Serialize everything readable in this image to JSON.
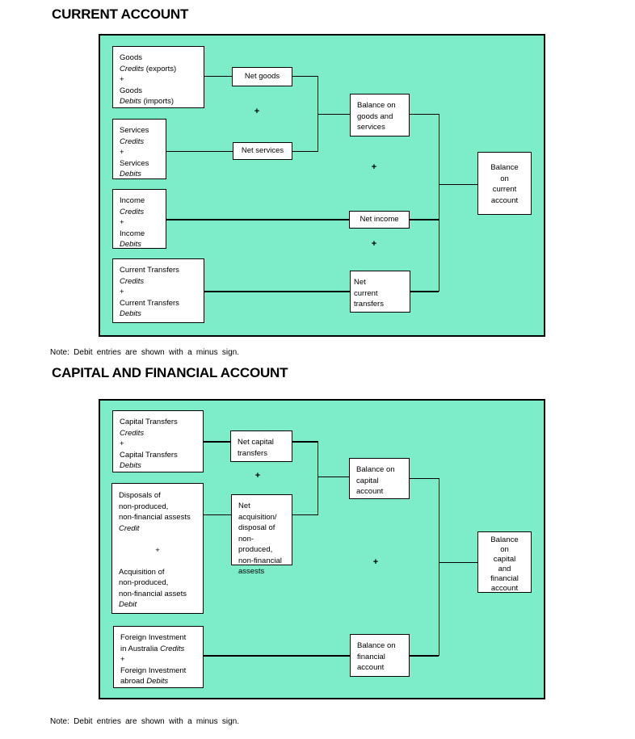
{
  "colors": {
    "panel_bg": "#7CEDC8",
    "box_bg": "#ffffff",
    "line": "#000000"
  },
  "current_account": {
    "title": "CURRENT ACCOUNT",
    "note": "Note: Debit entries are shown with a minus sign.",
    "plus": "+",
    "goods_box": {
      "l1": "Goods",
      "l2_italic": "Credits",
      "l2_rest": " (exports)",
      "l3": "+",
      "l4": "Goods",
      "l5_italic": "Debits",
      "l5_rest": " (imports)"
    },
    "services_box": {
      "l1": "Services",
      "l2_italic": "Credits",
      "l3": "+",
      "l4": "Services",
      "l5_italic": "Debits"
    },
    "income_box": {
      "l1": "Income",
      "l2_italic": "Credits",
      "l3": "+",
      "l4": "Income",
      "l5_italic": "Debits"
    },
    "current_transfers_box": {
      "l1": "Current Transfers",
      "l2_italic": "Credits",
      "l3": "+",
      "l4": "Current Transfers",
      "l5_italic": "Debits"
    },
    "net_goods": "Net goods",
    "net_services": "Net services",
    "net_income": "Net income",
    "net_current_transfers": "Net\ncurrent\ntransfers",
    "balance_goods_services": "Balance on\ngoods and\nservices",
    "balance_current_account": "Balance\non\ncurrent\naccount"
  },
  "capital_financial_account": {
    "title": "CAPITAL AND FINANCIAL ACCOUNT",
    "note": "Note: Debit entries are shown with a minus sign.",
    "plus": "+",
    "capital_transfers_box": {
      "l1": "Capital Transfers",
      "l2_italic": "Credits",
      "l3": "+",
      "l4": "Capital Transfers",
      "l5_italic": "Debits"
    },
    "disposals_box": {
      "l1": "Disposals of",
      "l2": "non-produced,",
      "l3": "non-financial assests",
      "l4_italic": "Credit",
      "l5_plus": "+",
      "l6": "Acquisition of",
      "l7": "non-produced,",
      "l8": "non-financial assets",
      "l9_italic": "Debit"
    },
    "foreign_investment_box": {
      "l1": "Foreign Investment",
      "l2": "in Australia ",
      "l2_italic": "Credits",
      "l3": "+",
      "l4": "Foreign Investment",
      "l5": "abroad ",
      "l5_italic": "Debits"
    },
    "net_capital_transfers": "Net capital\ntransfers",
    "net_acquisition": "Net\nacquisition/\ndisposal of\nnon-produced,\nnon-financial\nassests",
    "balance_capital_account": "Balance on\ncapital\naccount",
    "balance_financial_account": "Balance on\nfinancial\naccount",
    "balance_capital_financial_account": "Balance\non\ncapital\nand\nfinancial\naccount"
  }
}
